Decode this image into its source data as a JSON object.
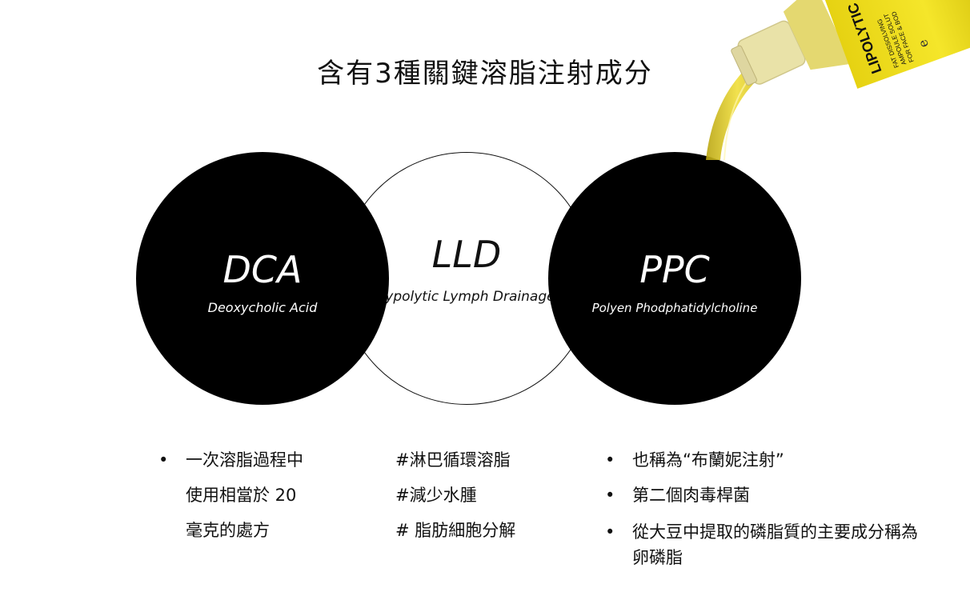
{
  "title": "含有3種關鍵溶脂注射成分",
  "circles": {
    "left": {
      "title": "DCA",
      "subtitle": "Deoxycholic Acid"
    },
    "middle": {
      "title": "LLD",
      "subtitle": "Lypolytic Lymph Drainage"
    },
    "right": {
      "title": "PPC",
      "subtitle": "Polyen Phodphatidylcholine"
    }
  },
  "left_list": {
    "bullet": "•",
    "lines": [
      "一次溶脂過程中",
      "使用相當於 20",
      "毫克的處方"
    ]
  },
  "middle_list": {
    "items": [
      "#淋巴循環溶脂",
      "#減少水腫",
      "# 脂肪細胞分解"
    ]
  },
  "right_list": {
    "bullet": "•",
    "items": [
      "也稱為“布蘭妮注射”",
      "第二個肉毒桿菌",
      "從大豆中提取的磷脂質的主要成分稱為卵磷脂"
    ]
  },
  "bottle": {
    "brand": "LIPOLYTIC",
    "text_lines": [
      "FAT DISSOLVING",
      "AMPOULE SOLUT",
      "FOR FACE & BOD"
    ],
    "logo": "e",
    "colors": {
      "label": "#f2e21a",
      "oil": "#d9c623",
      "glass": "#e9e2a8"
    }
  }
}
